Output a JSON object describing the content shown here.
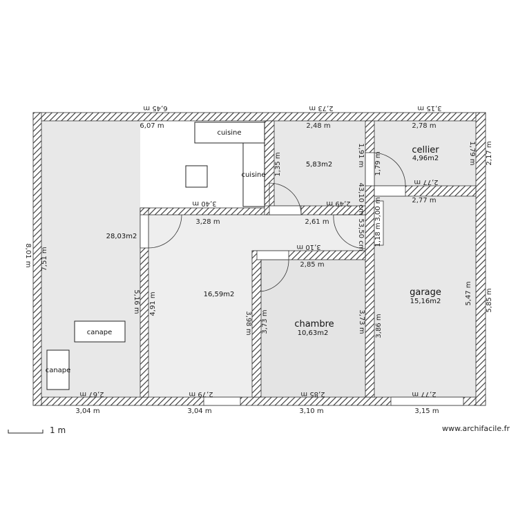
{
  "rooms": {
    "salon_area": "28,03m2",
    "sejour_area": "16,59m2",
    "cuisine_area": "5,83m2",
    "cellier_name": "cellier",
    "cellier_area": "4,96m2",
    "chambre_name": "chambre",
    "chambre_area": "10,63m2",
    "garage_name": "garage",
    "garage_area": "15,16m2"
  },
  "furniture": {
    "cuisine_h": "cuisine",
    "cuisine_v": "cuisine",
    "canape_1": "canape",
    "canape_2": "canape"
  },
  "dims": {
    "top_outer_left": "6,45 m",
    "top_outer_mid": "2,73 m",
    "top_outer_right": "3,15 m",
    "top_inner_left": "6,07 m",
    "top_inner_mid": "2,48 m",
    "top_inner_right": "2,78 m",
    "left_outer": "8,01 m",
    "left_inner": "7,51 m",
    "right_outer_top": "2,17 m",
    "right_outer_bottom": "5,85 m",
    "cellier_height": "1,79 m",
    "cellier_height_left": "1,79 m",
    "cellier_bottom_inner": "2,77 m",
    "garage_top": "2,77 m",
    "garage_height": "5,47 m",
    "garage_left": "3,86 m",
    "garage_bottom_inner": "2,77 m",
    "bottom_outer_1": "3,04 m",
    "bottom_outer_2": "3,04 m",
    "bottom_outer_3": "3,10 m",
    "bottom_outer_4": "3,15 m",
    "bottom_inner_1": "2,67 m",
    "bottom_inner_2": "2,79 m",
    "bottom_inner_3": "2,85 m",
    "salon_right_wall_top": "3,40 m",
    "hall_top": "3,28 m",
    "cuisine_height": "1,91 m",
    "cuisine_left_height": "1,35 m",
    "cuisine_bottom": "2,49 m",
    "hall_mid": "2,61 m",
    "hall_cm1": "43,10 cm",
    "hall_cm2": "53,50 cm",
    "hall_right_1": "3,00 m",
    "hall_right_2": "1,18 m",
    "sejour_left_outer": "5,16 m",
    "sejour_left_inner": "4,91 m",
    "sejour_right": "3,98 m",
    "chambre_top_outer": "3,10 m",
    "chambre_top_inner": "2,85 m",
    "chambre_left": "3,73 m",
    "chambre_right": "3,73 m"
  },
  "watermark": "www.archifacile.fr",
  "scale_label": "1 m"
}
